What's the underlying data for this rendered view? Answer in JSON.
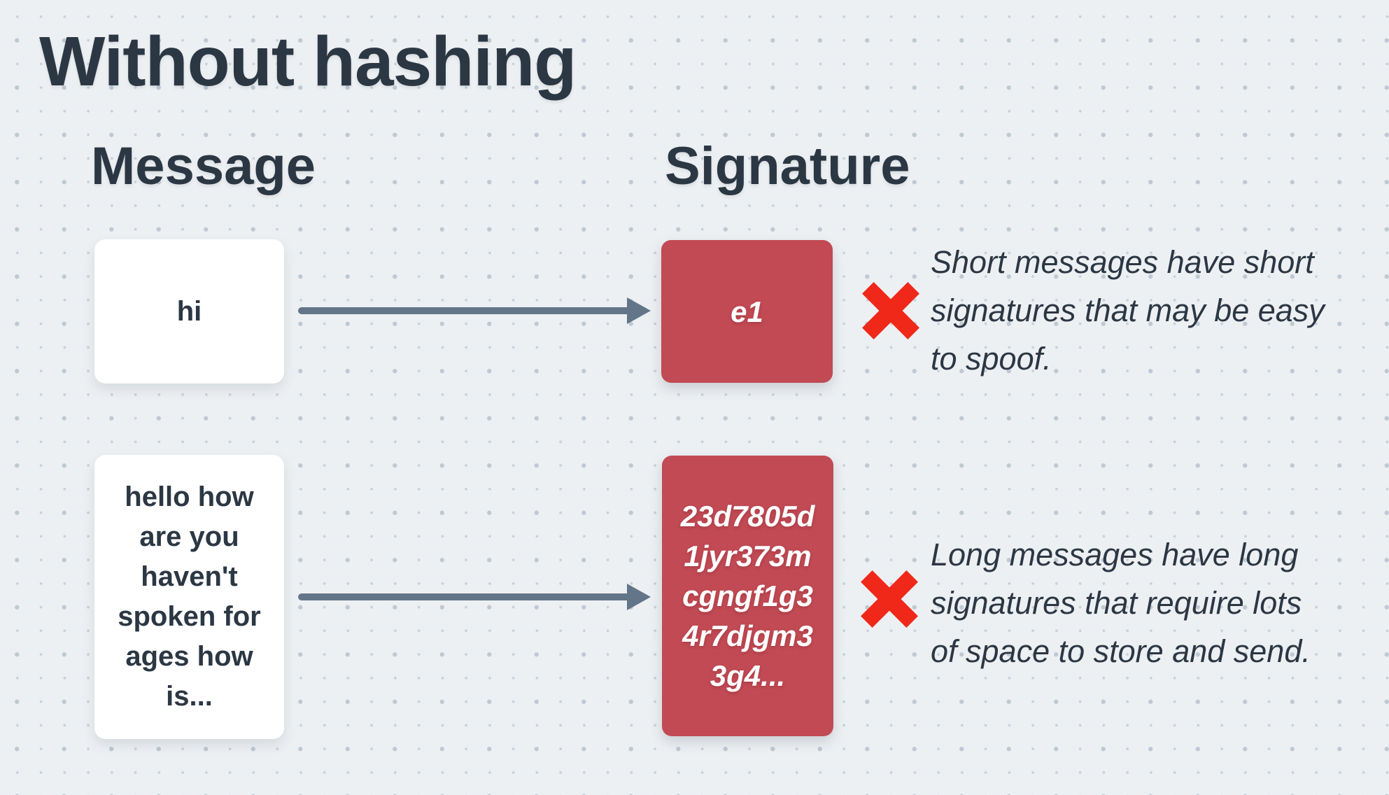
{
  "title": "Without hashing",
  "columns": {
    "message": "Message",
    "signature": "Signature"
  },
  "rows": [
    {
      "message": "hi",
      "signature": "e1",
      "note": "Short messages have short\nsignatures that may be easy\nto spoof."
    },
    {
      "message": "hello how\nare you\nhaven't\nspoken for\nages how\nis...",
      "signature": "23d7805d\n1jyr373m\ncgngf1g3\n4r7djgm3\n3g4...",
      "note": "Long messages have long\nsignatures that require lots\nof space to store and send."
    }
  ],
  "icons": {
    "arrow": "arrow-right-icon",
    "cross": "x-mark-icon"
  },
  "colors": {
    "background": "#edf0f3",
    "dot_small": "#c9d1da",
    "dot_large": "#bfc9d4",
    "text": "#2c3744",
    "message_bg": "#ffffff",
    "signature_bg": "#c14a54",
    "signature_text": "#ffffff",
    "arrow": "#637588",
    "cross": "#f0281a"
  }
}
